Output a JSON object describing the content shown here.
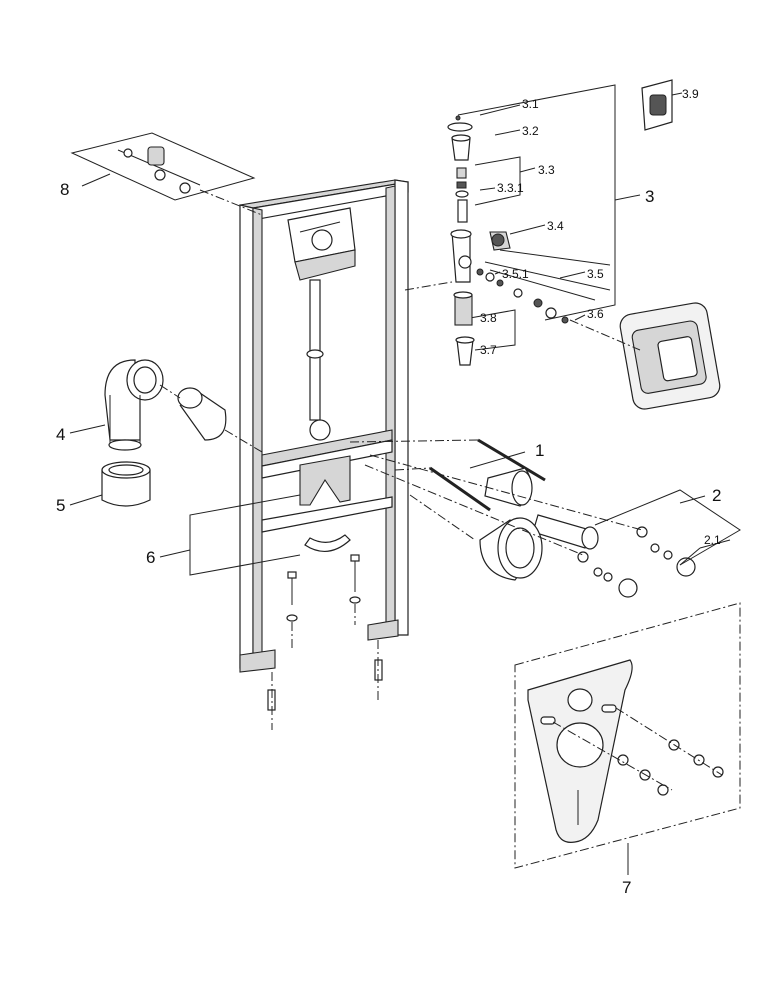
{
  "callouts": {
    "c1": "1",
    "c2": "2",
    "c2_1": "2.1",
    "c3": "3",
    "c3_1": "3.1",
    "c3_2": "3.2",
    "c3_3": "3.3",
    "c3_3_1": "3.3.1",
    "c3_4": "3.4",
    "c3_5": "3.5",
    "c3_5_1": "3.5.1",
    "c3_6": "3.6",
    "c3_7": "3.7",
    "c3_8": "3.8",
    "c3_9": "3.9",
    "c4": "4",
    "c5": "5",
    "c6": "6",
    "c7": "7",
    "c8": "8"
  },
  "colors": {
    "line": "#222222",
    "metal": "#d6d6d6",
    "background": "#ffffff"
  }
}
